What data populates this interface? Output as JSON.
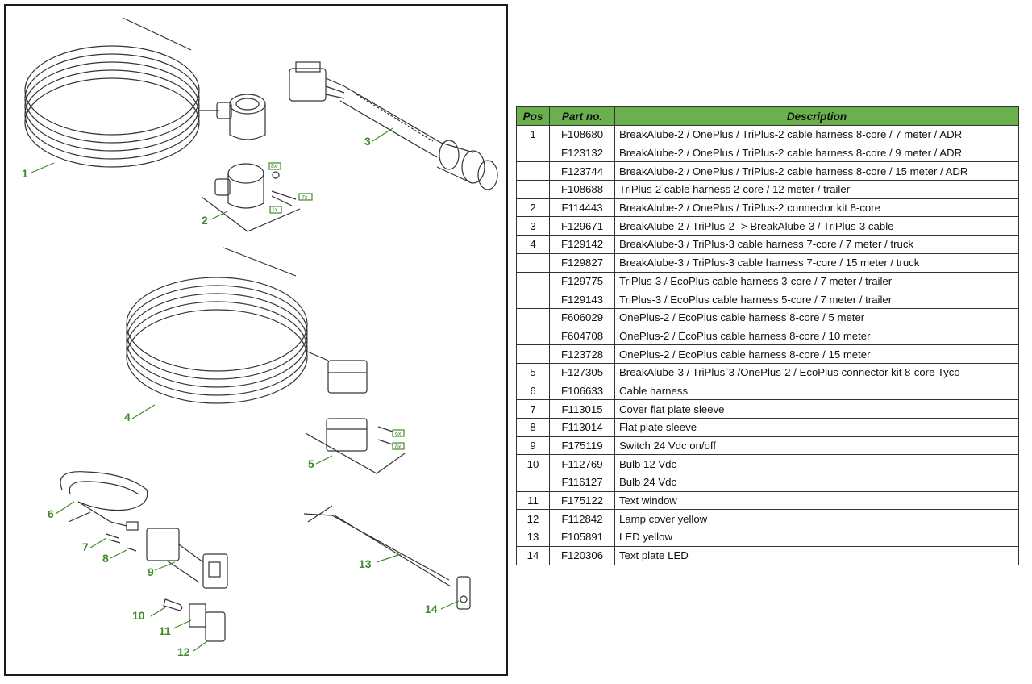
{
  "diagram": {
    "callouts": [
      "1",
      "2",
      "3",
      "4",
      "5",
      "6",
      "7",
      "8",
      "9",
      "10",
      "11",
      "12",
      "13",
      "14"
    ],
    "qty_tags": [
      "8x",
      "7x",
      "1x",
      "6x",
      "8x"
    ]
  },
  "table": {
    "headers": {
      "pos": "Pos",
      "part": "Part no.",
      "desc": "Description"
    },
    "rows": [
      {
        "pos": "1",
        "part": "F108680",
        "desc": "BreakAlube-2 / OnePlus / TriPlus-2 cable harness 8-core / 7 meter / ADR"
      },
      {
        "pos": "",
        "part": "F123132",
        "desc": "BreakAlube-2 / OnePlus / TriPlus-2 cable harness 8-core / 9 meter / ADR"
      },
      {
        "pos": "",
        "part": "F123744",
        "desc": "BreakAlube-2 / OnePlus / TriPlus-2 cable harness 8-core / 15 meter / ADR"
      },
      {
        "pos": "",
        "part": "F108688",
        "desc": "TriPlus-2 cable harness 2-core / 12 meter / trailer"
      },
      {
        "pos": "2",
        "part": "F114443",
        "desc": "BreakAlube-2 / OnePlus / TriPlus-2 connector kit 8-core"
      },
      {
        "pos": "3",
        "part": "F129671",
        "desc": "BreakAlube-2 / TriPlus-2 -> BreakAlube-3 / TriPlus-3 cable"
      },
      {
        "pos": "4",
        "part": "F129142",
        "desc": "BreakAlube-3 / TriPlus-3 cable harness 7-core / 7 meter / truck"
      },
      {
        "pos": "",
        "part": "F129827",
        "desc": "BreakAlube-3 / TriPlus-3 cable harness 7-core / 15 meter / truck"
      },
      {
        "pos": "",
        "part": "F129775",
        "desc": "TriPlus-3 / EcoPlus cable harness 3-core / 7 meter / trailer"
      },
      {
        "pos": "",
        "part": "F129143",
        "desc": "TriPlus-3 / EcoPlus cable harness 5-core / 7 meter / trailer"
      },
      {
        "pos": "",
        "part": "F606029",
        "desc": "OnePlus-2 / EcoPlus cable harness 8-core / 5 meter"
      },
      {
        "pos": "",
        "part": "F604708",
        "desc": "OnePlus-2 / EcoPlus cable harness 8-core / 10 meter"
      },
      {
        "pos": "",
        "part": "F123728",
        "desc": "OnePlus-2 / EcoPlus cable harness 8-core / 15 meter"
      },
      {
        "pos": "5",
        "part": "F127305",
        "desc": "BreakAlube-3 / TriPlus`3 /OnePlus-2 / EcoPlus connector kit 8-core Tyco"
      },
      {
        "pos": "6",
        "part": "F106633",
        "desc": "Cable harness"
      },
      {
        "pos": "7",
        "part": "F113015",
        "desc": "Cover flat plate sleeve"
      },
      {
        "pos": "8",
        "part": "F113014",
        "desc": "Flat plate sleeve"
      },
      {
        "pos": "9",
        "part": "F175119",
        "desc": "Switch 24 Vdc on/off"
      },
      {
        "pos": "10",
        "part": "F112769",
        "desc": "Bulb 12 Vdc"
      },
      {
        "pos": "",
        "part": "F116127",
        "desc": "Bulb 24 Vdc"
      },
      {
        "pos": "11",
        "part": "F175122",
        "desc": "Text window"
      },
      {
        "pos": "12",
        "part": "F112842",
        "desc": "Lamp cover yellow"
      },
      {
        "pos": "13",
        "part": "F105891",
        "desc": "LED yellow"
      },
      {
        "pos": "14",
        "part": "F120306",
        "desc": "Text plate LED"
      }
    ]
  },
  "colors": {
    "header_bg": "#6ab04c",
    "callout": "#3f8a2a"
  }
}
